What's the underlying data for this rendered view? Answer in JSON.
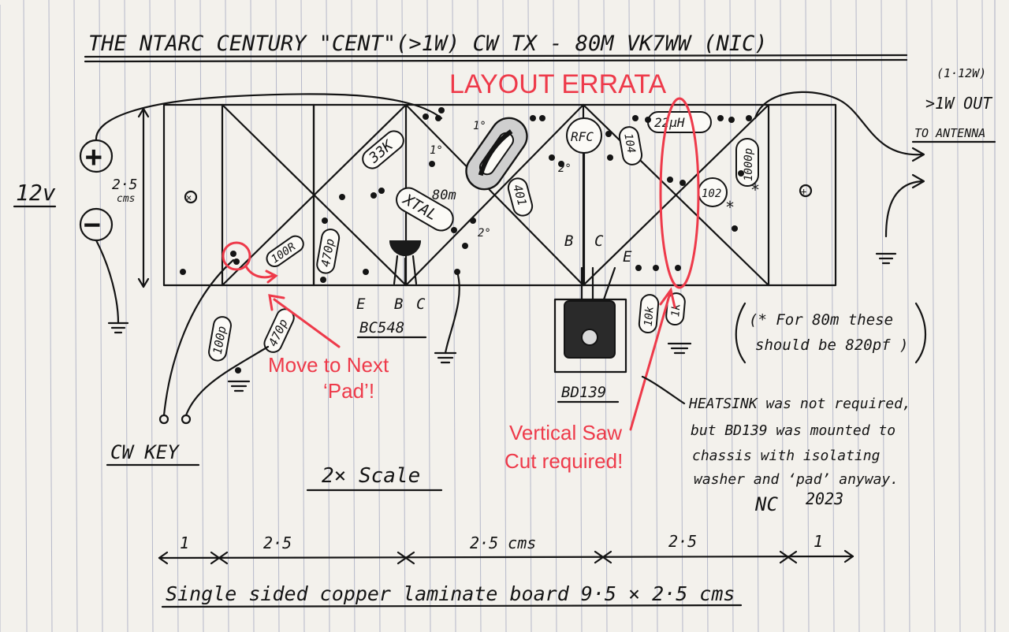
{
  "title": "THE NTARC CENTURY \"CENT\"(>1W) CW TX - 80M VK7WW (NIC)",
  "errata_heading": "LAYOUT ERRATA",
  "power": {
    "voltage": "12v",
    "plus": "+",
    "minus": "−"
  },
  "board_height": {
    "value": "2·5",
    "unit": "cms"
  },
  "output": {
    "power_measured": "(1·12W)",
    "label": ">1W OUT",
    "destination": "TO ANTENNA"
  },
  "components": {
    "r1": "33K",
    "r2": "100R",
    "c1": "470p",
    "c2": "100p",
    "c3": "470p",
    "xtal_band": "80m",
    "xtal": "XTAL",
    "c_401": "401",
    "ind": "22µH",
    "rfc": "RFC",
    "c104": "104",
    "c102": "102",
    "c1000": "1000p",
    "r10k": "10k",
    "r1k": "1k",
    "primary": "1°",
    "secondary": "2°"
  },
  "transistors": {
    "bc548": "BC548",
    "bc548_pins": [
      "E",
      "B",
      "C"
    ],
    "bd139": "BD139",
    "bd139_pins": [
      "B",
      "C",
      "E"
    ]
  },
  "annotations": {
    "move_pad": [
      "Move to Next",
      "‘Pad’!"
    ],
    "saw_cut": [
      "Vertical Saw",
      "Cut required!"
    ],
    "cap_note": [
      "(* For 80m these",
      "should be 820pf )"
    ],
    "heatsink_note": [
      "HEATSINK was not required,",
      "but BD139 was mounted to",
      "chassis with isolating",
      "washer and ‘pad’ anyway."
    ],
    "signature": "NC",
    "year": "2023",
    "asterisk": "*"
  },
  "key_label": "CW KEY",
  "scale_label": "2× Scale",
  "dimensions": [
    "1",
    "2·5",
    "2·5 cms",
    "2·5",
    "1"
  ],
  "board_caption": "Single sided copper laminate board  9·5 × 2·5 cms",
  "colors": {
    "ink": "#141414",
    "errata_red": "#ee3a4a",
    "paper": "#f3f1ec",
    "ruling": "#b5b8c9"
  }
}
